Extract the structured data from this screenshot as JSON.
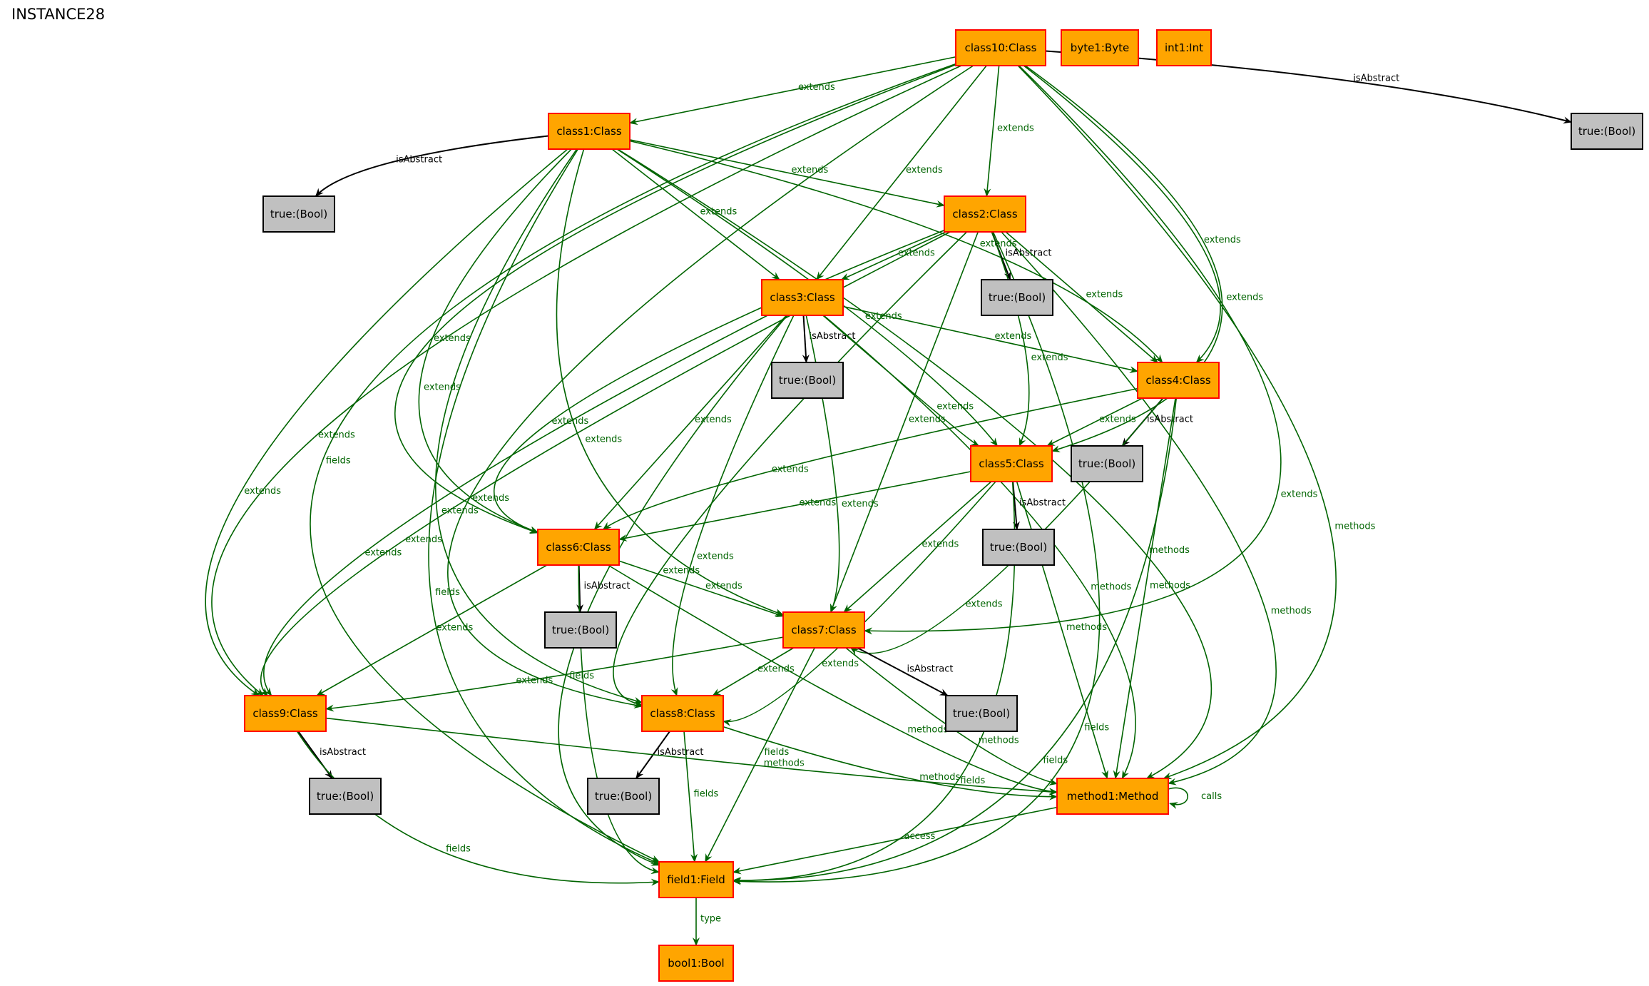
{
  "title": "INSTANCE28",
  "colors": {
    "object_fill": "#ffa500",
    "object_border": "#ff0000",
    "value_fill": "#c0c0c0",
    "value_border": "#000000",
    "link_color": "#006400",
    "attribute_color": "#000000"
  },
  "nodes": [
    {
      "id": "class10",
      "label": "class10:Class",
      "kind": "object"
    },
    {
      "id": "byte1",
      "label": "byte1:Byte",
      "kind": "object"
    },
    {
      "id": "int1",
      "label": "int1:Int",
      "kind": "object"
    },
    {
      "id": "b10",
      "label": "true:(Bool)",
      "kind": "value"
    },
    {
      "id": "class1",
      "label": "class1:Class",
      "kind": "object"
    },
    {
      "id": "b1",
      "label": "true:(Bool)",
      "kind": "value"
    },
    {
      "id": "class2",
      "label": "class2:Class",
      "kind": "object"
    },
    {
      "id": "b2",
      "label": "true:(Bool)",
      "kind": "value"
    },
    {
      "id": "class3",
      "label": "class3:Class",
      "kind": "object"
    },
    {
      "id": "b3",
      "label": "true:(Bool)",
      "kind": "value"
    },
    {
      "id": "class4",
      "label": "class4:Class",
      "kind": "object"
    },
    {
      "id": "b4",
      "label": "true:(Bool)",
      "kind": "value"
    },
    {
      "id": "class5",
      "label": "class5:Class",
      "kind": "object"
    },
    {
      "id": "b5",
      "label": "true:(Bool)",
      "kind": "value"
    },
    {
      "id": "class6",
      "label": "class6:Class",
      "kind": "object"
    },
    {
      "id": "b6",
      "label": "true:(Bool)",
      "kind": "value"
    },
    {
      "id": "class7",
      "label": "class7:Class",
      "kind": "object"
    },
    {
      "id": "b7",
      "label": "true:(Bool)",
      "kind": "value"
    },
    {
      "id": "class8",
      "label": "class8:Class",
      "kind": "object"
    },
    {
      "id": "b8",
      "label": "true:(Bool)",
      "kind": "value"
    },
    {
      "id": "class9",
      "label": "class9:Class",
      "kind": "object"
    },
    {
      "id": "b9",
      "label": "true:(Bool)",
      "kind": "value"
    },
    {
      "id": "method1",
      "label": "method1:Method",
      "kind": "object"
    },
    {
      "id": "field1",
      "label": "field1:Field",
      "kind": "object"
    },
    {
      "id": "bool1",
      "label": "bool1:Bool",
      "kind": "object"
    }
  ],
  "edges": [
    {
      "from": "class10",
      "to": "b10",
      "label": "isAbstract",
      "kind": "attribute"
    },
    {
      "from": "class10",
      "to": "class1",
      "label": "extends",
      "kind": "link"
    },
    {
      "from": "class10",
      "to": "class2",
      "label": "extends",
      "kind": "link"
    },
    {
      "from": "class10",
      "to": "class3",
      "label": "extends",
      "kind": "link"
    },
    {
      "from": "class10",
      "to": "class4",
      "label": "extends",
      "kind": "link"
    },
    {
      "from": "class10",
      "to": "class5",
      "label": "extends",
      "kind": "link"
    },
    {
      "from": "class10",
      "to": "class6",
      "label": "extends",
      "kind": "link"
    },
    {
      "from": "class10",
      "to": "class7",
      "label": "extends",
      "kind": "link"
    },
    {
      "from": "class10",
      "to": "class8",
      "label": "extends",
      "kind": "link"
    },
    {
      "from": "class10",
      "to": "class9",
      "label": "extends",
      "kind": "link"
    },
    {
      "from": "class10",
      "to": "method1",
      "label": "methods",
      "kind": "link"
    },
    {
      "from": "class10",
      "to": "field1",
      "label": "fields",
      "kind": "link"
    },
    {
      "from": "class1",
      "to": "b1",
      "label": "isAbstract",
      "kind": "attribute"
    },
    {
      "from": "class1",
      "to": "class2",
      "label": "extends",
      "kind": "link"
    },
    {
      "from": "class1",
      "to": "class3",
      "label": "extends",
      "kind": "link"
    },
    {
      "from": "class1",
      "to": "class4",
      "label": "extends",
      "kind": "link"
    },
    {
      "from": "class1",
      "to": "class5",
      "label": "extends",
      "kind": "link"
    },
    {
      "from": "class1",
      "to": "class6",
      "label": "extends",
      "kind": "link"
    },
    {
      "from": "class1",
      "to": "class7",
      "label": "extends",
      "kind": "link"
    },
    {
      "from": "class1",
      "to": "class8",
      "label": "extends",
      "kind": "link"
    },
    {
      "from": "class1",
      "to": "class9",
      "label": "extends",
      "kind": "link"
    },
    {
      "from": "class1",
      "to": "method1",
      "label": "methods",
      "kind": "link"
    },
    {
      "from": "class1",
      "to": "field1",
      "label": "fields",
      "kind": "link"
    },
    {
      "from": "class2",
      "to": "b2",
      "label": "isAbstract",
      "kind": "attribute"
    },
    {
      "from": "class2",
      "to": "class3",
      "label": "extends",
      "kind": "link"
    },
    {
      "from": "class2",
      "to": "class4",
      "label": "extends",
      "kind": "link"
    },
    {
      "from": "class2",
      "to": "class5",
      "label": "extends",
      "kind": "link"
    },
    {
      "from": "class2",
      "to": "class6",
      "label": "extends",
      "kind": "link"
    },
    {
      "from": "class2",
      "to": "class7",
      "label": "extends",
      "kind": "link"
    },
    {
      "from": "class2",
      "to": "class8",
      "label": "extends",
      "kind": "link"
    },
    {
      "from": "class2",
      "to": "class9",
      "label": "extends",
      "kind": "link"
    },
    {
      "from": "class2",
      "to": "method1",
      "label": "methods",
      "kind": "link"
    },
    {
      "from": "class2",
      "to": "field1",
      "label": "fields",
      "kind": "link"
    },
    {
      "from": "class3",
      "to": "b3",
      "label": "isAbstract",
      "kind": "attribute"
    },
    {
      "from": "class3",
      "to": "class4",
      "label": "extends",
      "kind": "link"
    },
    {
      "from": "class3",
      "to": "class5",
      "label": "extends",
      "kind": "link"
    },
    {
      "from": "class3",
      "to": "class6",
      "label": "extends",
      "kind": "link"
    },
    {
      "from": "class3",
      "to": "class7",
      "label": "extends",
      "kind": "link"
    },
    {
      "from": "class3",
      "to": "class8",
      "label": "extends",
      "kind": "link"
    },
    {
      "from": "class3",
      "to": "class9",
      "label": "extends",
      "kind": "link"
    },
    {
      "from": "class3",
      "to": "method1",
      "label": "methods",
      "kind": "link"
    },
    {
      "from": "class3",
      "to": "field1",
      "label": "fields",
      "kind": "link"
    },
    {
      "from": "class4",
      "to": "b4",
      "label": "isAbstract",
      "kind": "attribute"
    },
    {
      "from": "class4",
      "to": "class5",
      "label": "extends",
      "kind": "link"
    },
    {
      "from": "class4",
      "to": "class6",
      "label": "extends",
      "kind": "link"
    },
    {
      "from": "class4",
      "to": "class7",
      "label": "extends",
      "kind": "link"
    },
    {
      "from": "class4",
      "to": "method1",
      "label": "methods",
      "kind": "link"
    },
    {
      "from": "class4",
      "to": "field1",
      "label": "fields",
      "kind": "link"
    },
    {
      "from": "class5",
      "to": "b5",
      "label": "isAbstract",
      "kind": "attribute"
    },
    {
      "from": "class5",
      "to": "class6",
      "label": "extends",
      "kind": "link"
    },
    {
      "from": "class5",
      "to": "class7",
      "label": "extends",
      "kind": "link"
    },
    {
      "from": "class5",
      "to": "class8",
      "label": "extends",
      "kind": "link"
    },
    {
      "from": "class5",
      "to": "method1",
      "label": "methods",
      "kind": "link"
    },
    {
      "from": "class5",
      "to": "field1",
      "label": "fields",
      "kind": "link"
    },
    {
      "from": "class6",
      "to": "b6",
      "label": "isAbstract",
      "kind": "attribute"
    },
    {
      "from": "class6",
      "to": "class7",
      "label": "extends",
      "kind": "link"
    },
    {
      "from": "class6",
      "to": "class9",
      "label": "extends",
      "kind": "link"
    },
    {
      "from": "class6",
      "to": "method1",
      "label": "methods",
      "kind": "link"
    },
    {
      "from": "class6",
      "to": "field1",
      "label": "fields",
      "kind": "link"
    },
    {
      "from": "class7",
      "to": "b7",
      "label": "isAbstract",
      "kind": "attribute"
    },
    {
      "from": "class7",
      "to": "class8",
      "label": "extends",
      "kind": "link"
    },
    {
      "from": "class7",
      "to": "class9",
      "label": "extends",
      "kind": "link"
    },
    {
      "from": "class7",
      "to": "method1",
      "label": "methods",
      "kind": "link"
    },
    {
      "from": "class7",
      "to": "field1",
      "label": "fields",
      "kind": "link"
    },
    {
      "from": "class8",
      "to": "b8",
      "label": "isAbstract",
      "kind": "attribute"
    },
    {
      "from": "class8",
      "to": "method1",
      "label": "methods",
      "kind": "link"
    },
    {
      "from": "class8",
      "to": "field1",
      "label": "fields",
      "kind": "link"
    },
    {
      "from": "class9",
      "to": "b9",
      "label": "isAbstract",
      "kind": "attribute"
    },
    {
      "from": "class9",
      "to": "method1",
      "label": "methods",
      "kind": "link"
    },
    {
      "from": "class9",
      "to": "field1",
      "label": "fields",
      "kind": "link"
    },
    {
      "from": "method1",
      "to": "method1",
      "label": "calls",
      "kind": "link"
    },
    {
      "from": "method1",
      "to": "field1",
      "label": "access",
      "kind": "link"
    },
    {
      "from": "field1",
      "to": "bool1",
      "label": "type",
      "kind": "link"
    }
  ]
}
